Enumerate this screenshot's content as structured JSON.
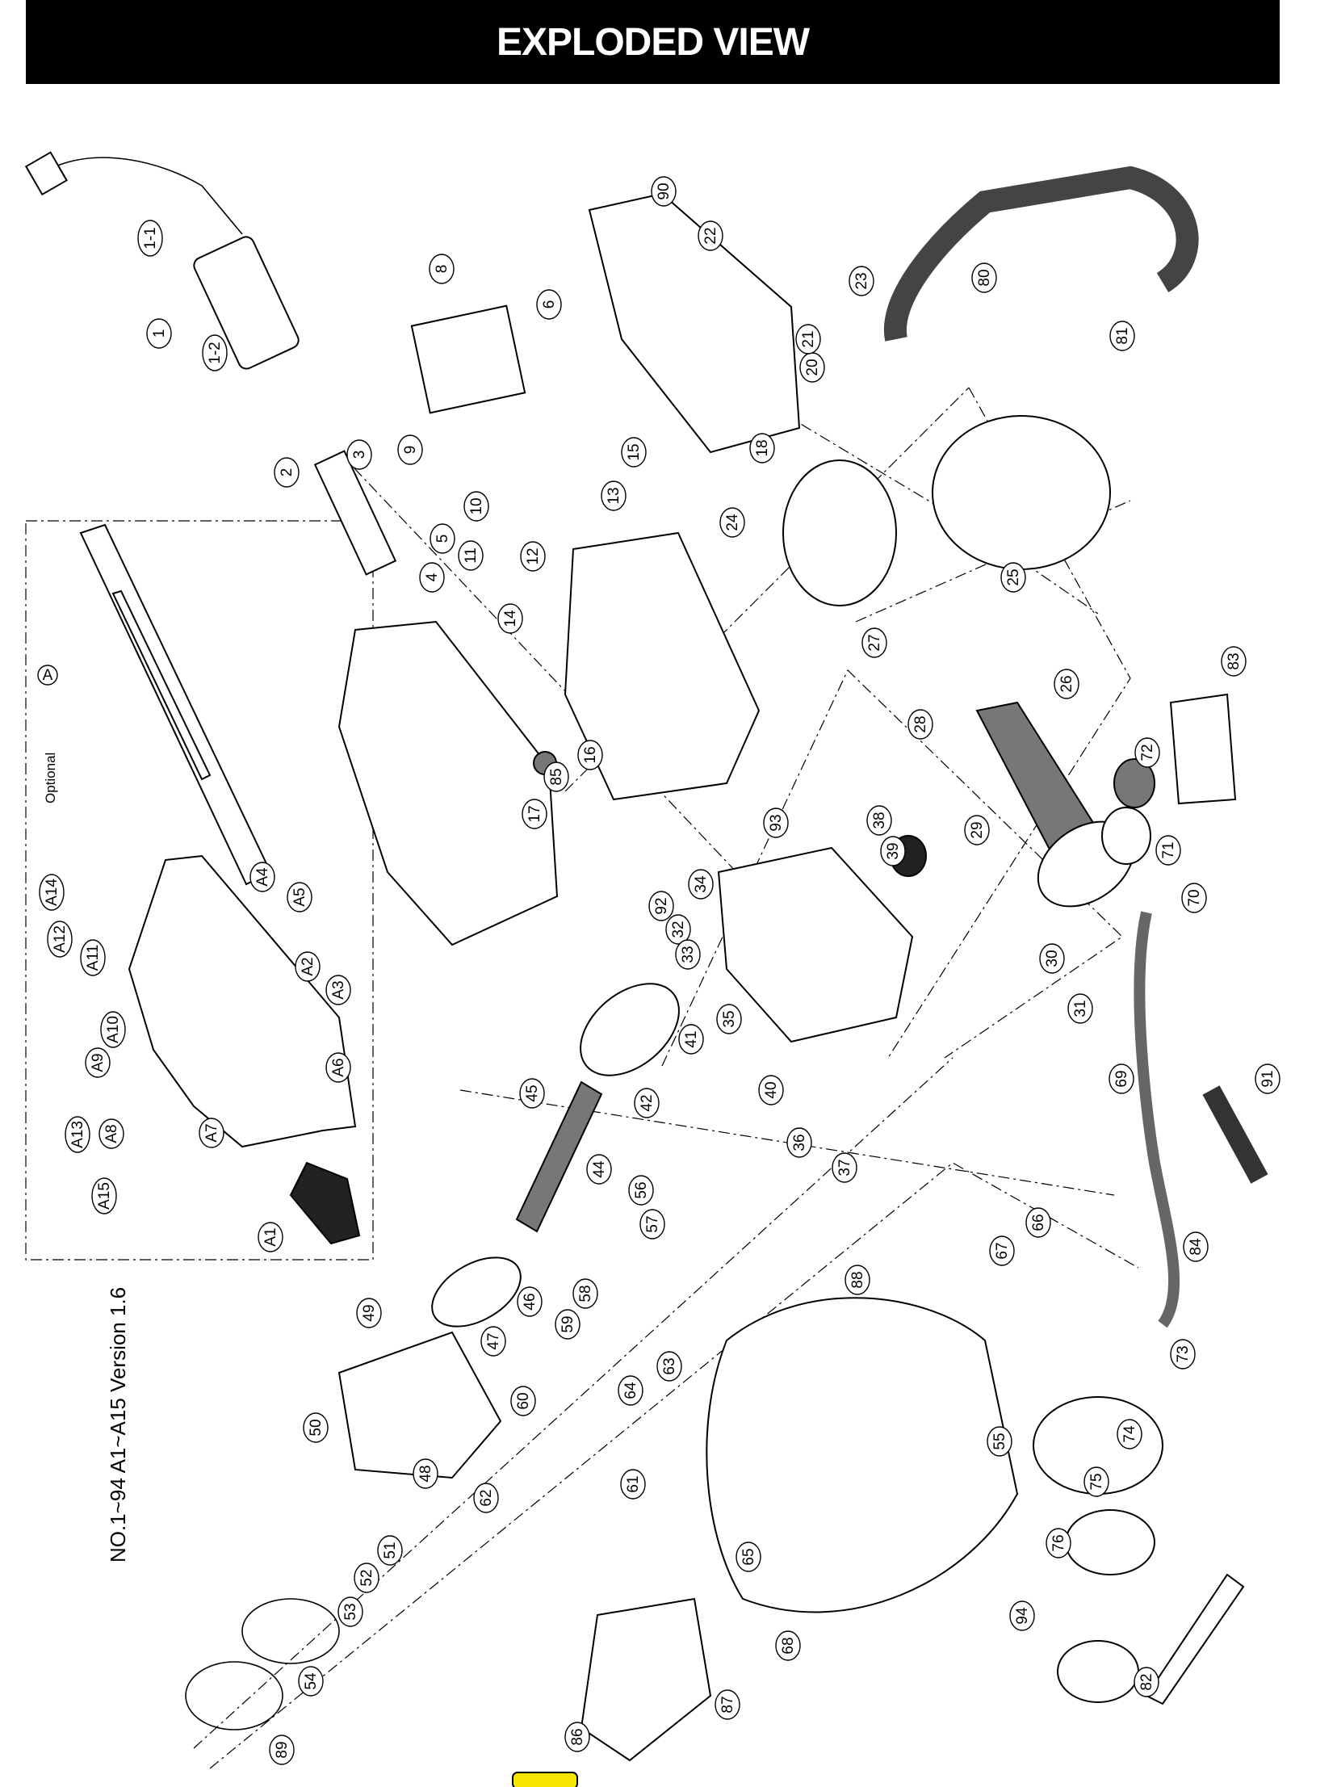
{
  "header": {
    "title": "EXPLODED VIEW"
  },
  "optional_box": {
    "label": "Optional",
    "circle_label": "A"
  },
  "version_note": "NO.1~94 A1~A15 Version 1.6",
  "callouts": [
    "1",
    "1-1",
    "1-2",
    "2",
    "3",
    "4",
    "5",
    "6",
    "8",
    "9",
    "10",
    "11",
    "12",
    "13",
    "14",
    "15",
    "16",
    "17",
    "18",
    "20",
    "21",
    "22",
    "23",
    "24",
    "25",
    "26",
    "27",
    "28",
    "29",
    "30",
    "31",
    "32",
    "33",
    "34",
    "35",
    "36",
    "37",
    "38",
    "39",
    "40",
    "41",
    "42",
    "44",
    "45",
    "46",
    "47",
    "48",
    "49",
    "50",
    "51",
    "52",
    "53",
    "54",
    "55",
    "56",
    "57",
    "58",
    "59",
    "60",
    "61",
    "62",
    "63",
    "64",
    "65",
    "66",
    "67",
    "68",
    "69",
    "70",
    "71",
    "72",
    "73",
    "74",
    "75",
    "76",
    "80",
    "81",
    "82",
    "83",
    "84",
    "85",
    "86",
    "87",
    "88",
    "89",
    "90",
    "91",
    "92",
    "93",
    "94",
    "A1",
    "A2",
    "A3",
    "A4",
    "A5",
    "A6",
    "A7",
    "A8",
    "A9",
    "A10",
    "A11",
    "A12",
    "A13",
    "A14",
    "A15"
  ]
}
